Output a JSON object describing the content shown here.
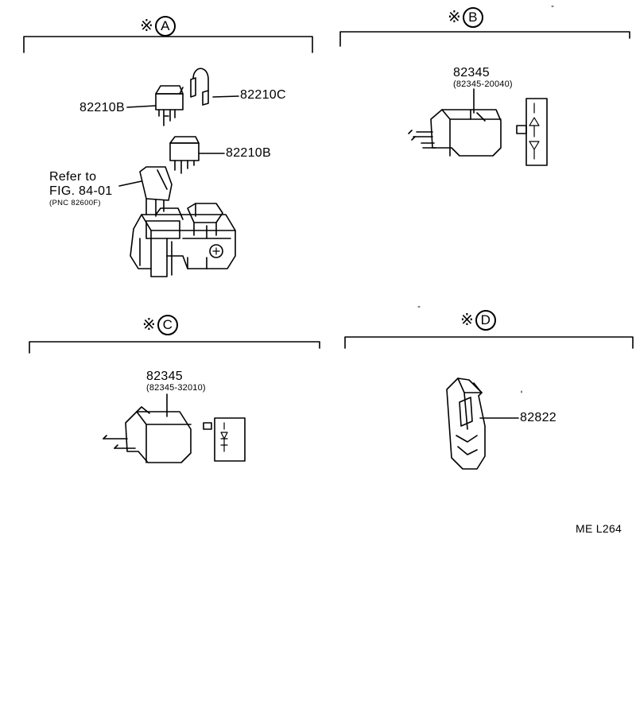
{
  "sections": {
    "a": {
      "mark": "※",
      "letter": "A"
    },
    "b": {
      "mark": "※",
      "letter": "B"
    },
    "c": {
      "mark": "※",
      "letter": "C"
    },
    "d": {
      "mark": "※",
      "letter": "D"
    }
  },
  "labels": {
    "a_upper_fuse": "82210B",
    "a_jumper": "82210C",
    "a_lower_fuse": "82210B",
    "a_refer_line1": "Refer to",
    "a_refer_line2": "FIG. 84-01",
    "a_refer_line3": "(PNC 82600F)",
    "b_part": "82345",
    "b_part_sub": "(82345-20040)",
    "c_part": "82345",
    "c_part_sub": "(82345-32010)",
    "d_part": "82822",
    "figure_code": "ME  L264"
  }
}
